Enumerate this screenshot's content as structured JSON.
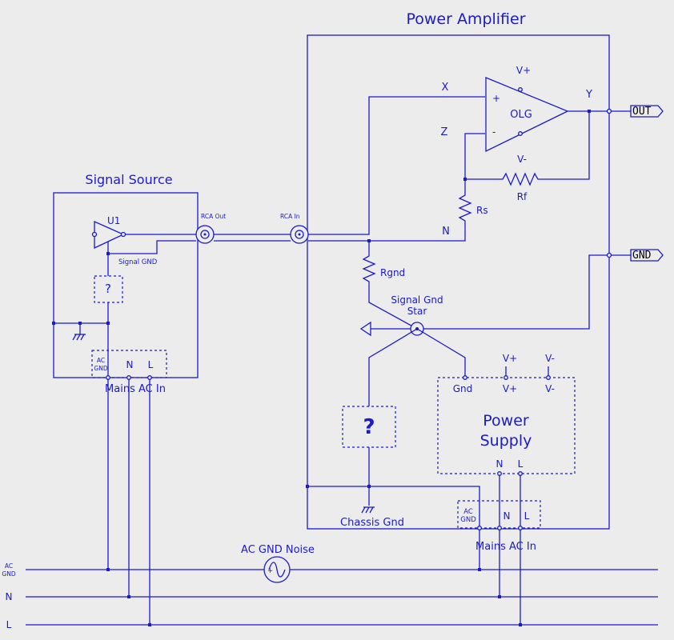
{
  "labels": {
    "power_amplifier": "Power Amplifier",
    "signal_source": "Signal Source",
    "u1": "U1",
    "rca_out": "RCA Out",
    "rca_in": "RCA In",
    "signal_gnd": "Signal GND",
    "x": "X",
    "z": "Z",
    "y": "Y",
    "n_node": "N",
    "plus": "+",
    "minus": "-",
    "olg": "OLG",
    "vplus": "V+",
    "vminus": "V-",
    "rf": "Rf",
    "rs": "Rs",
    "rgnd": "Rgnd",
    "signal_gnd_star_1": "Signal Gnd",
    "signal_gnd_star_2": "Star",
    "out_tag": "OUT",
    "gnd_tag": "GND",
    "question": "?",
    "ps_gnd": "Gnd",
    "ps_vplus": "V+",
    "ps_vminus": "V-",
    "ps_vplus_top": "V+",
    "ps_vminus_top": "V-",
    "power_supply_1": "Power",
    "power_supply_2": "Supply",
    "ps_n": "N",
    "ps_l": "L",
    "chassis_gnd": "Chassis Gnd",
    "ac_gnd_1": "AC",
    "ac_gnd_2": "GND",
    "n": "N",
    "l": "L",
    "mains_ac_in": "Mains AC In",
    "ac_gnd_noise": "AC GND Noise",
    "rail_ac_1": "AC",
    "rail_ac_2": "GND",
    "rail_n": "N",
    "rail_l": "L"
  },
  "colors": {
    "wire": "#1a1ad0",
    "background": "#ececec"
  }
}
